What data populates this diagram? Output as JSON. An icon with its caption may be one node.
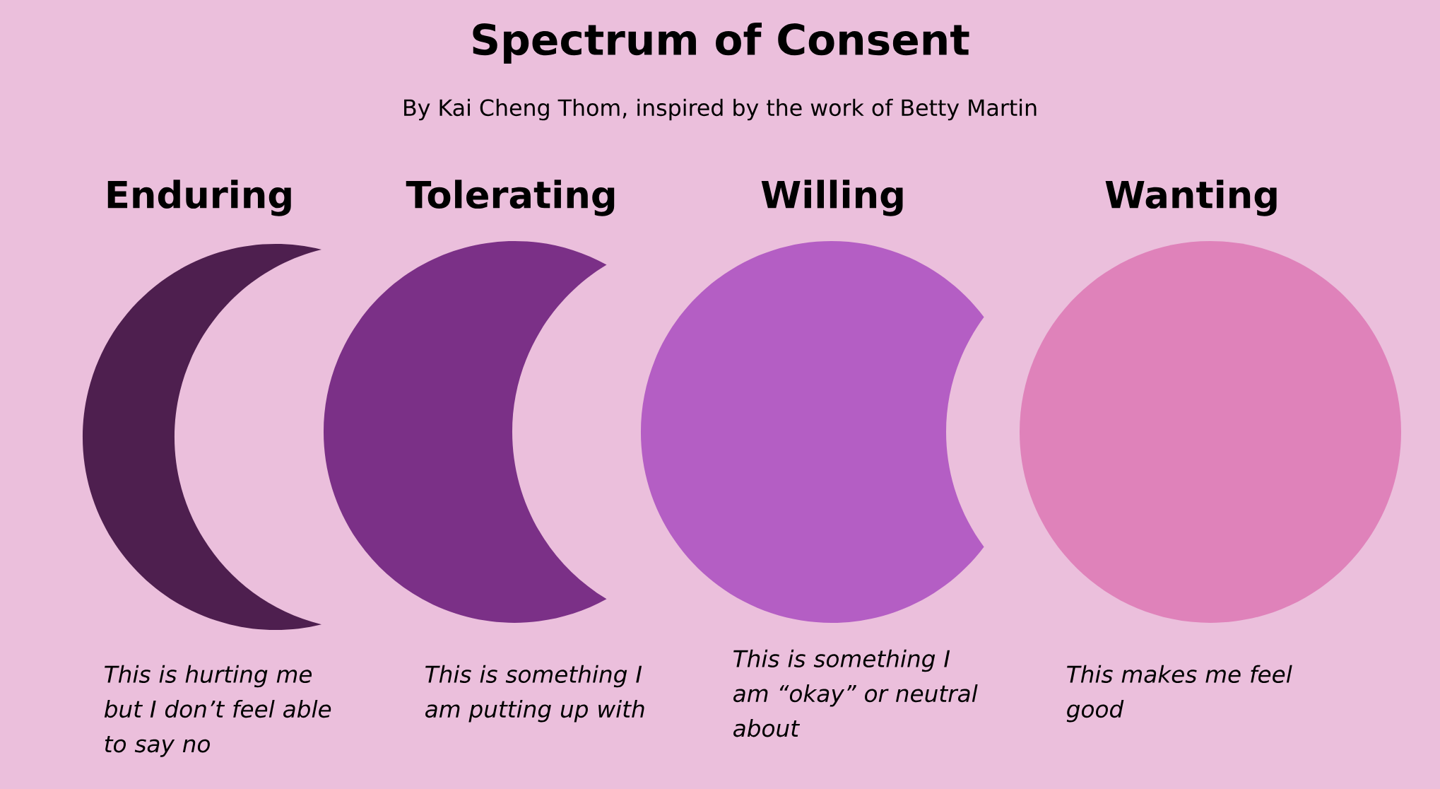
{
  "diagram": {
    "title": "Spectrum of Consent",
    "nodes": [
      {
        "text": [
          "Enduring",
          "*This is hurting me but I don’t feel able to say no*"
        ]
      },
      {
        "text": [
          "Tolerating",
          "*This is something I am putting up with*"
        ]
      },
      {
        "text": [
          "Willing",
          "*This is something I am “okay” or neutral about*"
        ]
      },
      {
        "text": [
          "Wanting",
          "*This makes me feel good*"
        ]
      }
    ],
    "labels": [
      "By Kai Cheng Thom, inspired by the work of Betty Martin"
    ]
  }
}
